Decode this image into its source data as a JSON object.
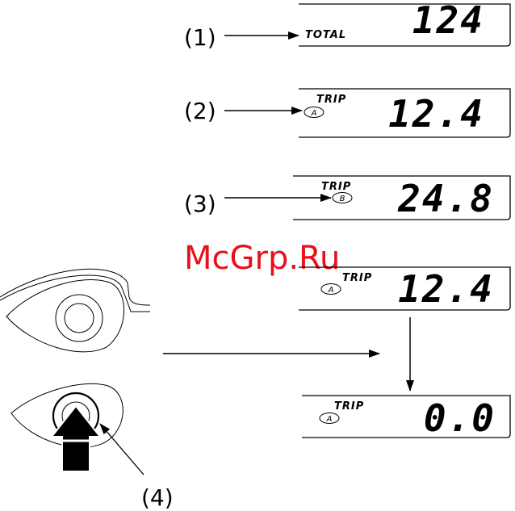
{
  "watermark": "McGrp.Ru",
  "callouts": {
    "c1": "(1)",
    "c2": "(2)",
    "c3": "(3)",
    "c4": "(4)"
  },
  "displays": {
    "total": {
      "label": "TOTAL",
      "value": "124"
    },
    "trip_a": {
      "label": "TRIP",
      "badge": "A",
      "value": "12.4"
    },
    "trip_b": {
      "label": "TRIP",
      "badge": "B",
      "value": "24.8"
    },
    "trip_a_before_reset": {
      "label": "TRIP",
      "badge": "A",
      "value": "12.4"
    },
    "trip_a_after_reset": {
      "label": "TRIP",
      "badge": "A",
      "value": "0.0"
    }
  }
}
